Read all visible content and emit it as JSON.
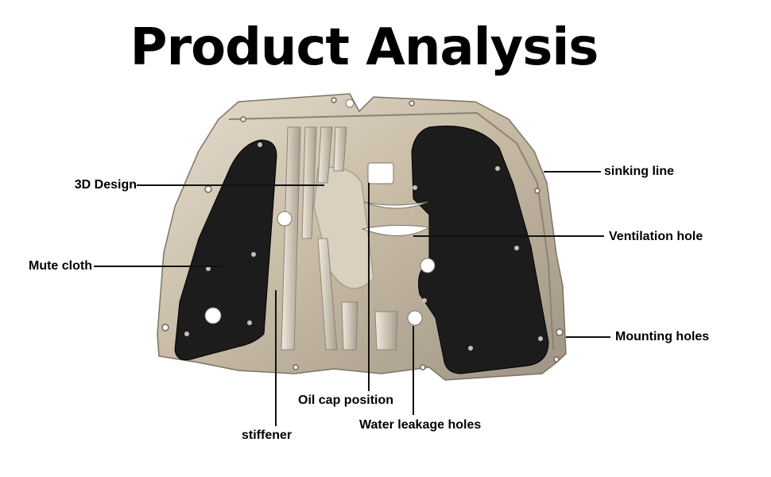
{
  "title": "Product Analysis",
  "labels": {
    "design_3d": "3D Design",
    "mute_cloth": "Mute cloth",
    "sinking_line": "sinking line",
    "ventilation_hole": "Ventilation hole",
    "mounting_holes": "Mounting holes",
    "oil_cap_position": "Oil cap position",
    "water_leakage_holes": "Water leakage holes",
    "stiffener": "stiffener"
  },
  "colors": {
    "plate": "#cbbfa9",
    "plate_shadow": "#8f8576",
    "mute_cloth": "#1c1c1c",
    "leader_line": "#111111",
    "background": "#ffffff"
  }
}
